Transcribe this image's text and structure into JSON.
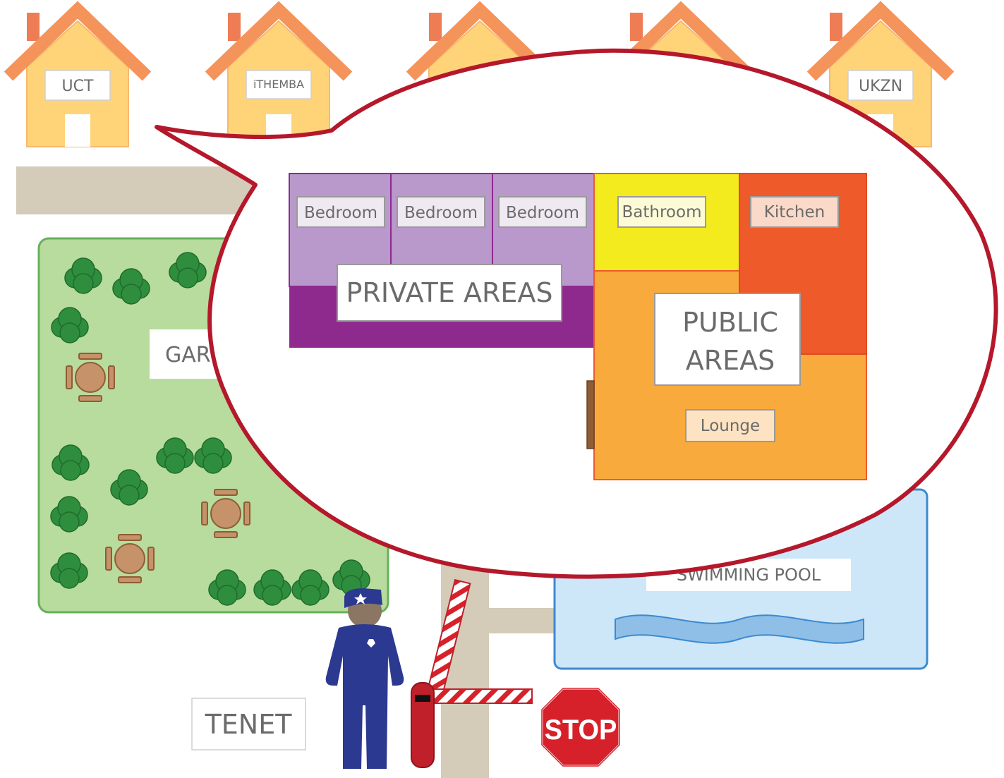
{
  "houses": [
    {
      "label": "UCT",
      "visible": true
    },
    {
      "label": "iTHEMBA",
      "visible": true
    },
    {
      "label": "",
      "visible": false
    },
    {
      "label": "",
      "visible": false
    },
    {
      "label": "UKZN",
      "visible": true
    }
  ],
  "areas": {
    "garden": "GAR",
    "swimming_pool": "SWIMMING POOL",
    "tenet": "TENET",
    "stop_sign": "STOP"
  },
  "floorplan": {
    "bedrooms": [
      "Bedroom",
      "Bedroom",
      "Bedroom"
    ],
    "bathroom": "Bathroom",
    "kitchen": "Kitchen",
    "lounge": "Lounge",
    "private_areas": "PRIVATE AREAS",
    "public_areas_line1": "PUBLIC",
    "public_areas_line2": "AREAS"
  },
  "colors": {
    "house_body": "#FFD479",
    "house_roof": "#F4935A",
    "chimney": "#EE7C55",
    "path": "#D4CBB8",
    "garden_fill": "#B8DB9E",
    "garden_border": "#65B15A",
    "bush": "#2E8E3E",
    "table": "#C5926A",
    "pool_fill": "#CDE7F8",
    "pool_border": "#3C8AD0",
    "bedroom_fill": "#B998CC",
    "private_band": "#8E2A8E",
    "bathroom_fill": "#F4EB1F",
    "kitchen_fill": "#EE5A2A",
    "public_fill": "#F9AA3C",
    "bubble_outline": "#B5182B",
    "guard": "#2B3990",
    "barrier": "#C0202A",
    "stop_red": "#D7212A"
  }
}
